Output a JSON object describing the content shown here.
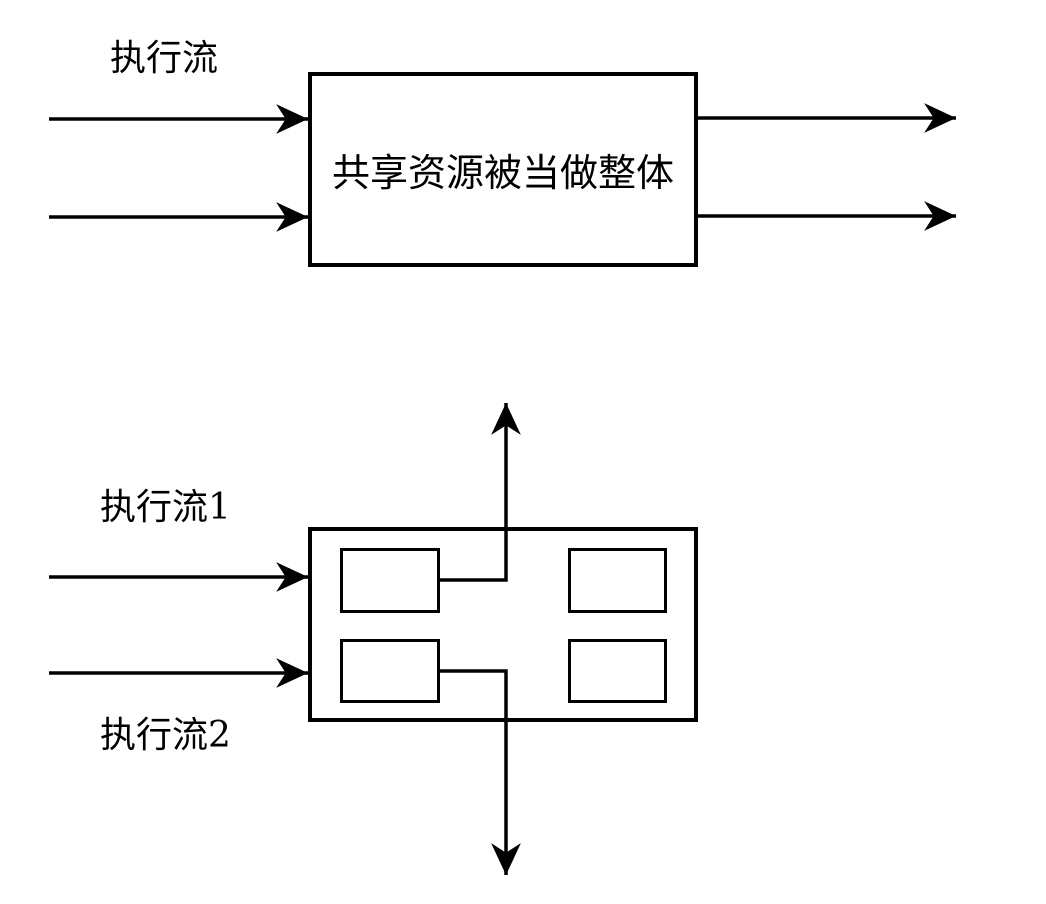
{
  "diagram": {
    "background_color": "#ffffff",
    "line_color": "#000000",
    "top_figure": {
      "flow_label": "执行流",
      "box_label": "共享资源被当做整体",
      "input_arrow_count": 2,
      "output_arrow_count": 2
    },
    "bottom_figure": {
      "flow1_label": "执行流1",
      "flow2_label": "执行流2",
      "inner_cell_count": 4,
      "up_arrow_count": 1,
      "down_arrow_count": 1
    }
  }
}
